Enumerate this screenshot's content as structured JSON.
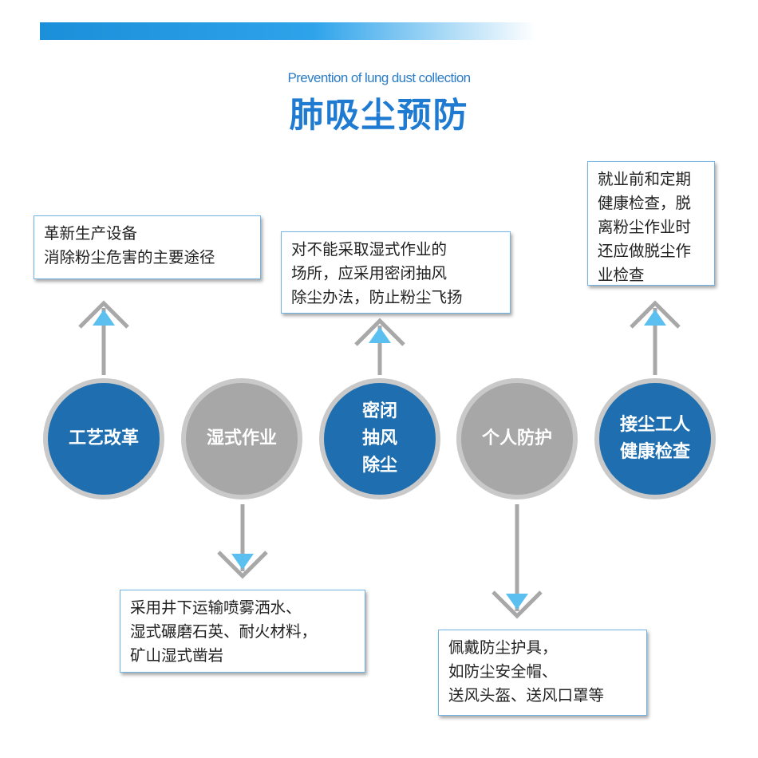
{
  "header": {
    "subtitle": "Prevention of lung dust collection",
    "title": "肺吸尘预防"
  },
  "colors": {
    "header_bar": "#1b8fd9",
    "title": "#1e7bd1",
    "circle_blue": "#1f6fb0",
    "circle_gray": "#a7a7a7",
    "arrow_gray": "#a8a8a8",
    "arrow_tip": "#5bc0f0",
    "box_border": "#6fb4e3"
  },
  "circles": [
    {
      "lines": [
        "工艺改革"
      ],
      "color": "blue"
    },
    {
      "lines": [
        "湿式作业"
      ],
      "color": "gray"
    },
    {
      "lines": [
        "密闭",
        "抽风",
        "除尘"
      ],
      "color": "blue"
    },
    {
      "lines": [
        "个人防护"
      ],
      "color": "gray"
    },
    {
      "lines": [
        "接尘工人",
        "健康检查"
      ],
      "color": "blue"
    }
  ],
  "boxes": {
    "process_reform": [
      "革新生产设备",
      "消除粉尘危害的主要途径"
    ],
    "sealed_ventilation": [
      "对不能采取湿式作业的",
      "场所，应采用密闭抽风",
      "除尘办法，防止粉尘飞扬"
    ],
    "health_check": [
      "就业前和定期",
      "健康检查，脱",
      "离粉尘作业时",
      "还应做脱尘作",
      "业检查"
    ],
    "wet_operation": [
      "采用井下运输喷雾洒水、",
      "湿式碾磨石英、耐火材料，",
      "矿山湿式凿岩"
    ],
    "personal_protection": [
      "佩戴防尘护具，",
      "如防尘安全帽、",
      "送风头盔、送风口罩等"
    ]
  }
}
